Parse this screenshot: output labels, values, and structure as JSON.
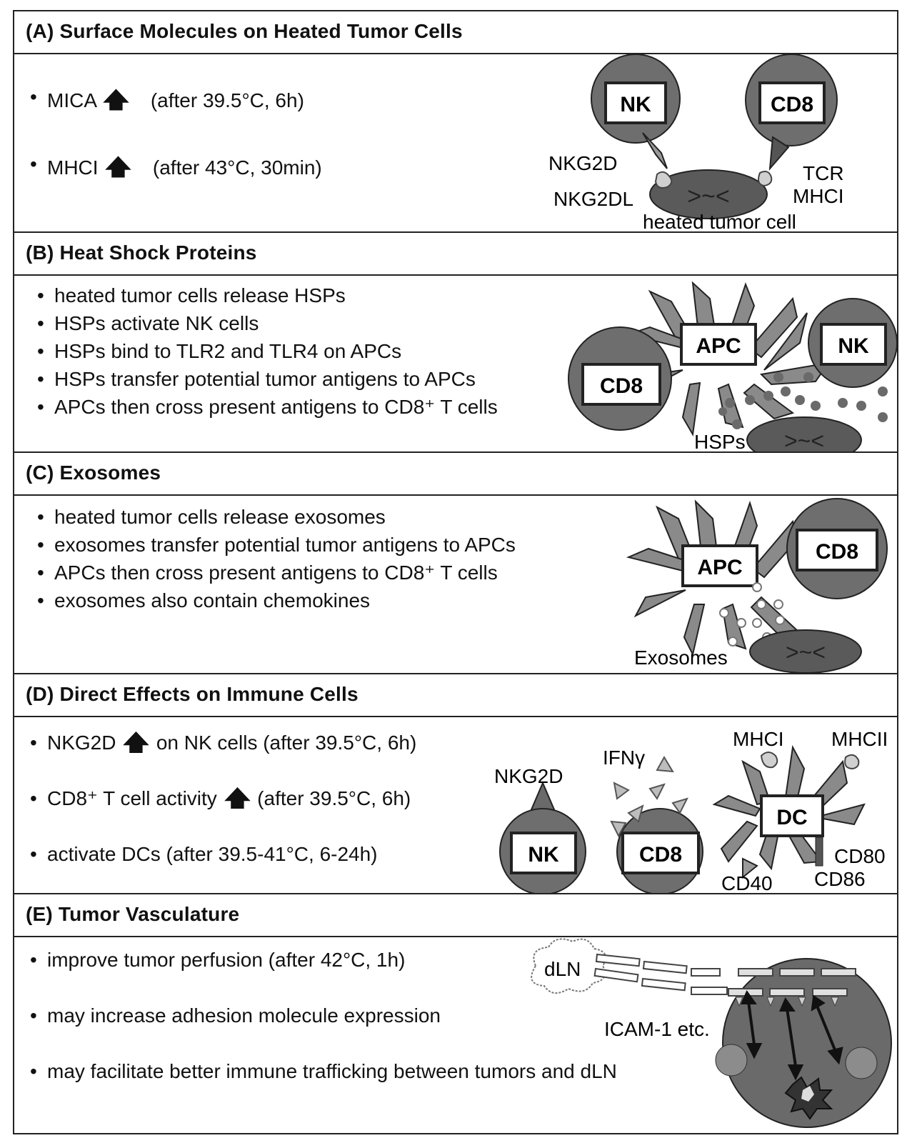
{
  "sections": {
    "a": {
      "title": "(A)  Surface Molecules on Heated Tumor Cells",
      "bullets": [
        {
          "text": "MICA",
          "arrow": "up",
          "note": "(after 39.5°C, 6h)"
        },
        {
          "text": "MHCI",
          "arrow": "up",
          "note": "(after 43°C, 30min)"
        }
      ],
      "labels": {
        "nk": "NK",
        "cd8": "CD8",
        "nkg2d": "NKG2D",
        "nkg2dl": "NKG2DL",
        "tcr": "TCR",
        "mhci": "MHCI",
        "tumor": "heated tumor cell",
        "face": ">~<"
      }
    },
    "b": {
      "title": "(B)  Heat Shock Proteins",
      "bullets": [
        "heated tumor cells release HSPs",
        "HSPs activate NK cells",
        "HSPs bind to TLR2 and TLR4 on APCs",
        "HSPs transfer potential tumor antigens to APCs",
        "APCs then cross present antigens to CD8⁺ T cells"
      ],
      "labels": {
        "apc": "APC",
        "nk": "NK",
        "cd8": "CD8",
        "hsps": "HSPs",
        "face": ">~<"
      }
    },
    "c": {
      "title": "(C)  Exosomes",
      "bullets": [
        "heated tumor cells release exosomes",
        "exosomes transfer potential tumor antigens to APCs",
        "APCs then cross present antigens to CD8⁺ T cells",
        "exosomes also contain chemokines"
      ],
      "labels": {
        "apc": "APC",
        "cd8": "CD8",
        "exosomes": "Exosomes",
        "face": ">~<"
      }
    },
    "d": {
      "title": "(D)  Direct Effects on Immune Cells",
      "bullets": [
        {
          "pre": "NKG2D",
          "arrow": "up",
          "post": "on NK cells (after 39.5°C, 6h)"
        },
        {
          "pre": "CD8⁺ T cell activity",
          "arrow": "up",
          "post": "(after 39.5°C, 6h)"
        },
        {
          "pre": "activate DCs (after 39.5-41°C, 6-24h)",
          "arrow": "",
          "post": ""
        }
      ],
      "labels": {
        "nkg2d": "NKG2D",
        "nk": "NK",
        "ifng": "IFNγ",
        "cd8": "CD8",
        "mhci": "MHCI",
        "mhcii": "MHCII",
        "dc": "DC",
        "cd80": "CD80",
        "cd86": "CD86",
        "cd40": "CD40"
      }
    },
    "e": {
      "title": "(E)  Tumor Vasculature",
      "bullets": [
        "improve tumor perfusion (after 42°C, 1h)",
        "may increase adhesion molecule expression",
        "may facilitate better immune trafficking between tumors and dLN"
      ],
      "labels": {
        "dln": "dLN",
        "icam": "ICAM-1 etc."
      }
    }
  },
  "arrow_glyph": "🡅",
  "colors": {
    "cell": "#6e6e6e",
    "cell_light": "#8c8c8c",
    "tumor": "#5a5a5a",
    "receptor": "#c8c8c8",
    "line": "#222222"
  }
}
